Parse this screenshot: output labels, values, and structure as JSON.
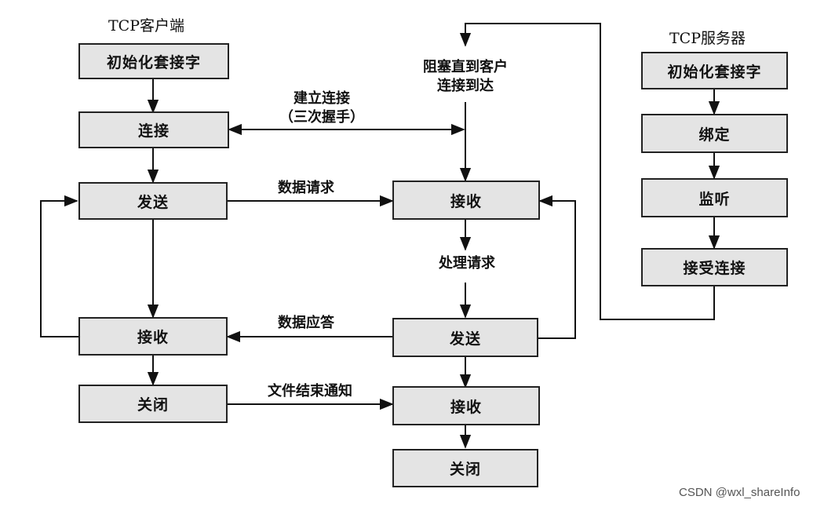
{
  "client": {
    "title": "TCP客户端",
    "init": "初始化套接字",
    "connect": "连接",
    "send": "发送",
    "receive": "接收",
    "close": "关闭"
  },
  "server": {
    "title": "TCP服务器",
    "init": "初始化套接字",
    "bind": "绑定",
    "listen": "监听",
    "accept": "接受连接",
    "block_wait": "阻塞直到客户\n连接到达",
    "receive": "接收",
    "process": "处理请求",
    "send": "发送",
    "receive_end": "接收",
    "close": "关闭"
  },
  "edges": {
    "establish": "建立连接\n（三次握手）",
    "data_request": "数据请求",
    "data_response": "数据应答",
    "eof_notice": "文件结束通知"
  },
  "watermark": "CSDN @wxl_shareInfo"
}
